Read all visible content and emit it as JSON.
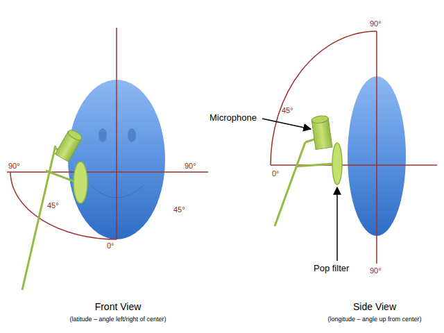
{
  "diagram": {
    "labels": [
      "90°",
      "45°",
      "0°",
      "90°",
      "45°",
      "90°",
      "45°",
      "0°",
      "90°",
      "Microphone",
      "Pop filter",
      "Front View",
      "(latitude – angle left/right of center)",
      "Side View",
      "(longitude – angle up from center)"
    ]
  }
}
